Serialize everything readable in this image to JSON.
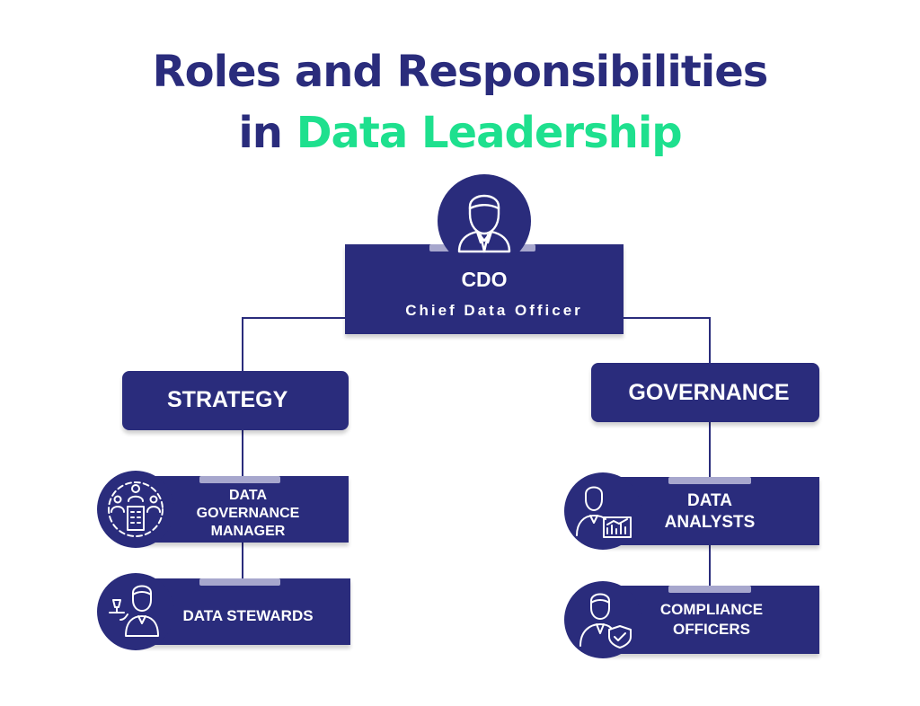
{
  "title": {
    "line1": "Roles and Responsibilities",
    "line2_prefix": "in ",
    "line2_accent": "Data Leadership"
  },
  "colors": {
    "navy": "#2a2c7c",
    "accent": "#1ee08e",
    "tab": "#a7a7cd"
  },
  "root": {
    "title": "CDO",
    "subtitle": "Chief Data Officer",
    "icon": "businessman-icon"
  },
  "branches": [
    {
      "label": "STRATEGY",
      "roles": [
        {
          "line1": "DATA",
          "line2": "GOVERNANCE",
          "line3": "MANAGER",
          "icon": "team-building-icon"
        },
        {
          "line1": "DATA STEWARDS",
          "icon": "waiter-icon"
        }
      ]
    },
    {
      "label": "GOVERNANCE",
      "roles": [
        {
          "line1": "DATA",
          "line2": "ANALYSTS",
          "icon": "analyst-chart-icon"
        },
        {
          "line1": "COMPLIANCE",
          "line2": "OFFICERS",
          "icon": "officer-shield-icon"
        }
      ]
    }
  ]
}
